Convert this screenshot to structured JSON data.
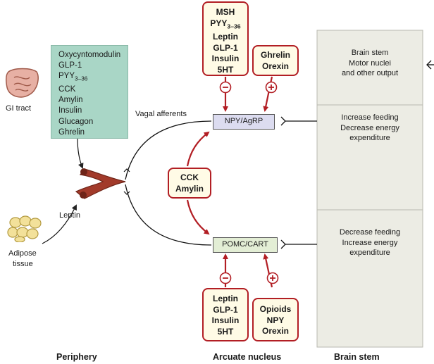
{
  "gut_hormones": [
    "Oxycyntomodulin",
    "GLP-1",
    "PYY3–36",
    "CCK",
    "Amylin",
    "Insulin",
    "Glucagon",
    "Ghrelin"
  ],
  "labels": {
    "gi_tract": "GI tract",
    "adipose_line1": "Adipose",
    "adipose_line2": "tissue",
    "leptin": "Leptin",
    "vagal_afferents": "Vagal afferents"
  },
  "inhibitors_top": [
    "MSH",
    "PYY3–36",
    "Leptin",
    "GLP-1",
    "Insulin",
    "5HT"
  ],
  "stimulators_top": [
    "Ghrelin",
    "Orexin"
  ],
  "middle_box": [
    "CCK",
    "Amylin"
  ],
  "inhibitors_bottom": [
    "Leptin",
    "GLP-1",
    "Insulin",
    "5HT"
  ],
  "stimulators_bottom": [
    "Opioids",
    "NPY",
    "Orexin"
  ],
  "nodes": {
    "npy": "NPY/AgRP",
    "pomc": "POMC/CART"
  },
  "signs": {
    "minus": "−",
    "plus": "+"
  },
  "brain_panels": {
    "top": [
      "Brain stem",
      "Motor nuclei",
      "and other output"
    ],
    "middle": [
      "Increase feeding",
      "Decrease energy",
      "expenditure"
    ],
    "bottom": [
      "Decrease feeding",
      "Increase energy",
      "expenditure"
    ]
  },
  "footer": {
    "periphery": "Periphery",
    "arcuate": "Arcuate nucleus",
    "brainstem": "Brain stem"
  },
  "colors": {
    "accent_red": "#b21e24",
    "gut_box": "#a9d6c6",
    "npy_node": "#dcdcf0",
    "pomc_node": "#e3eed5",
    "brain_stem": "#ececE4"
  }
}
